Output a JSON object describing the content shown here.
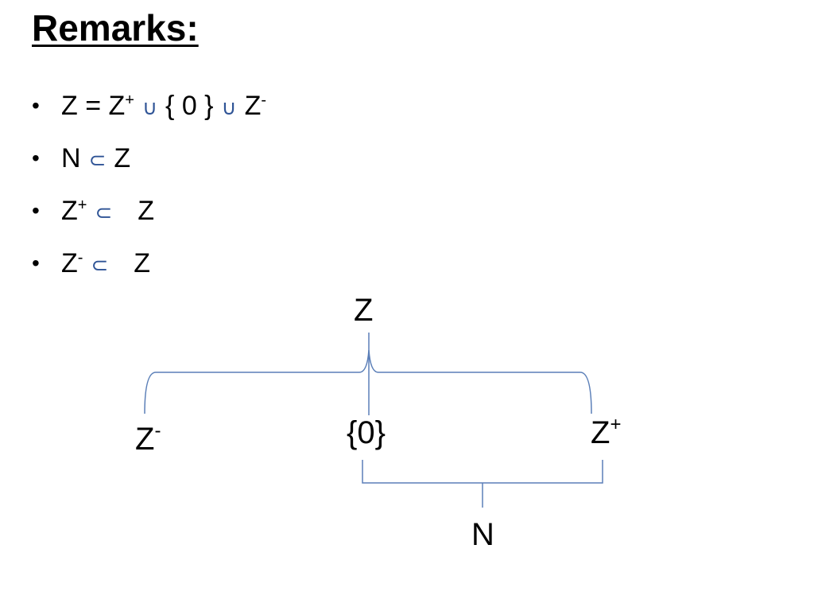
{
  "title": "Remarks:",
  "bullets": [
    {
      "a": "Z = Z",
      "a_sup": "+",
      "op1": "∪",
      "b": "{ 0 }",
      "op2": "∪",
      "c": "Z",
      "c_sup": "-"
    },
    {
      "a": "N",
      "op": "⊂",
      "b": "Z"
    },
    {
      "a": "Z",
      "a_sup": "+",
      "op": "⊂",
      "b": "Z"
    },
    {
      "a": "Z",
      "a_sup": "-",
      "op": "⊂",
      "b": "Z"
    }
  ],
  "bullet_char": "•",
  "diagram": {
    "top": "Z",
    "left": {
      "base": "Z",
      "sup": "-"
    },
    "middle": "{0}",
    "right": {
      "base": "Z",
      "sup": "+"
    },
    "bottom": "N",
    "line_color": "#5b7fb8"
  }
}
